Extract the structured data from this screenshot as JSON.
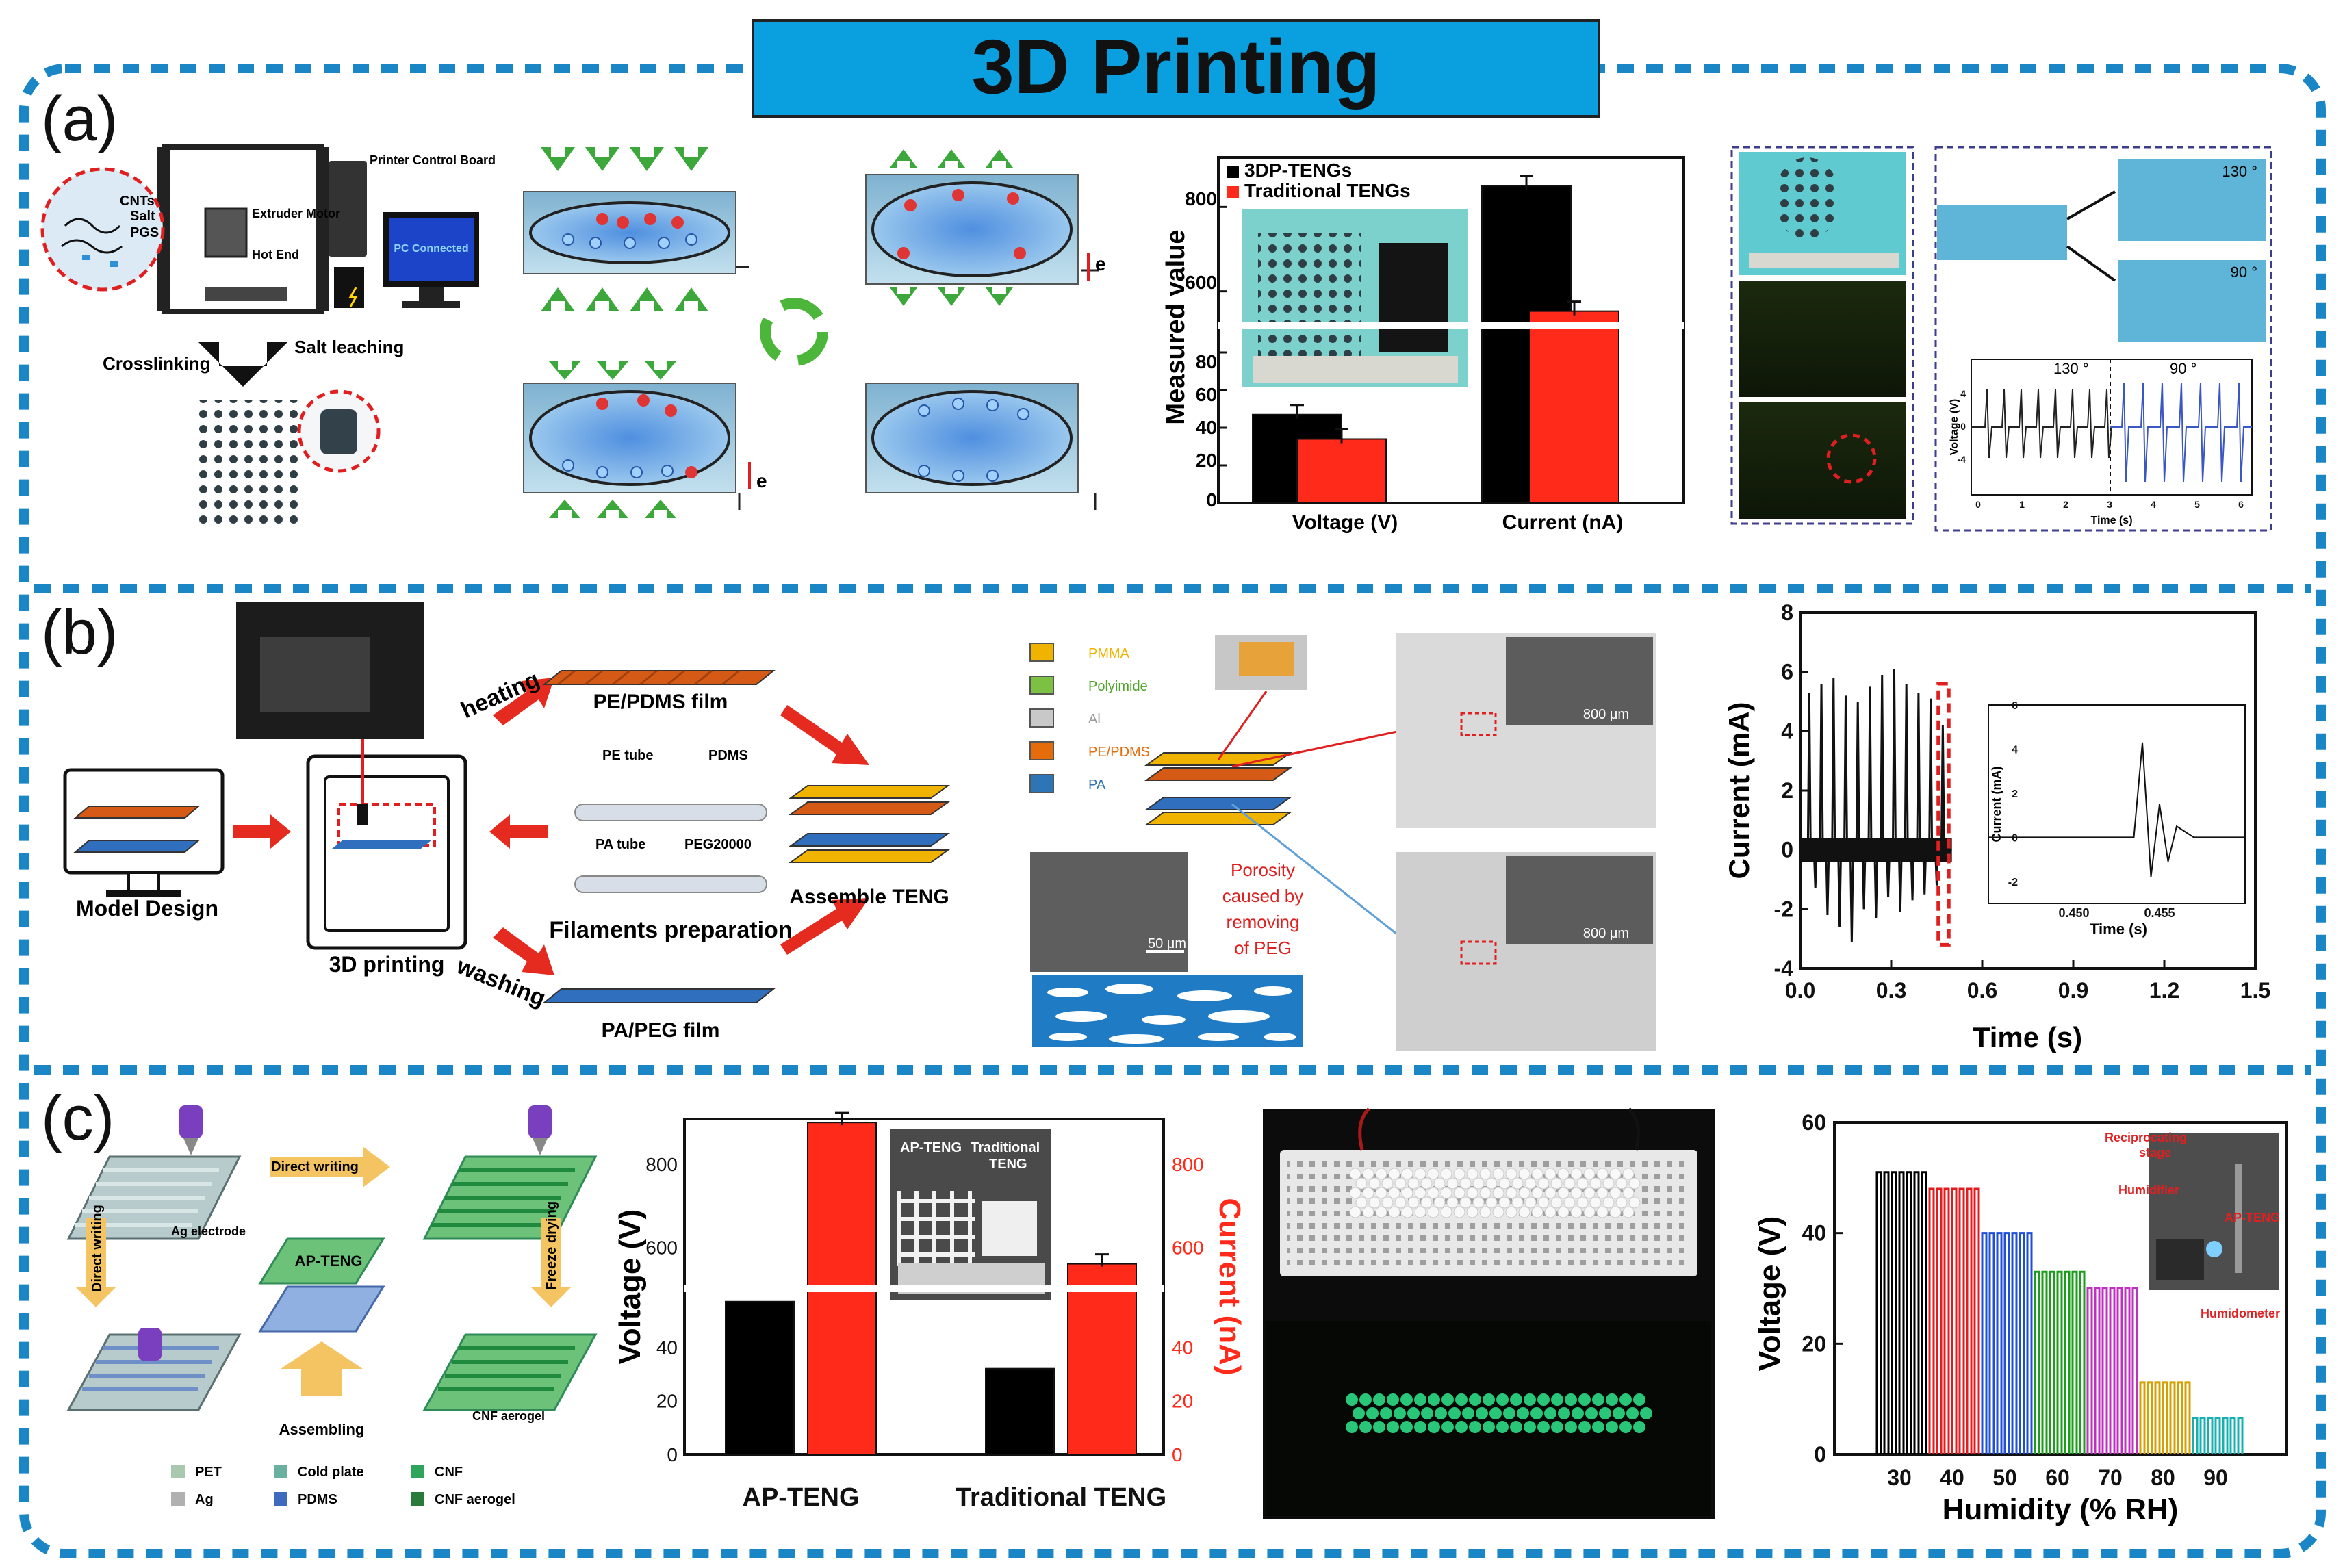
{
  "title": "3D Printing",
  "panels": {
    "a": {
      "label": "(a)",
      "schematic": {
        "legend": [
          "CNTs",
          "Salt",
          "PGS"
        ],
        "printer_labels": [
          "Printer Control Board",
          "Extruder Motor",
          "Hot End",
          "PC Connected"
        ],
        "process": [
          "Crosslinking",
          "Salt leaching"
        ]
      },
      "electron_label": "e",
      "photos": {
        "angles": [
          "130 °",
          "90 °"
        ]
      },
      "mini_chart": {
        "ylabel": "Voltage (V)",
        "xlabel": "Time (s)",
        "annotations": [
          "130 °",
          "90 °"
        ],
        "xticks": [
          "0",
          "1",
          "2",
          "3",
          "4",
          "5",
          "6"
        ],
        "yticks": [
          "4",
          "0",
          "-4"
        ]
      }
    },
    "b": {
      "label": "(b)",
      "labels": {
        "model_design": "Model Design",
        "printing": "3D printing",
        "heating": "heating",
        "washing": "washing",
        "pe_film": "PE/PDMS film",
        "pa_film": "PA/PEG film",
        "pe_tube": "PE tube",
        "pdms": "PDMS",
        "pa_tube": "PA tube",
        "peg": "PEG20000",
        "filaments": "Filaments preparation",
        "assemble": "Assemble TENG",
        "porosity": "Porosity caused by removing of PEG",
        "scale_800": "800 μm",
        "scale_50": "50 μm"
      },
      "materials": [
        {
          "name": "PMMA",
          "color": "#f0b400"
        },
        {
          "name": "Polyimide",
          "color": "#7cc142"
        },
        {
          "name": "Al",
          "color": "#b8b8b8"
        },
        {
          "name": "PE/PDMS",
          "color": "#e46c0a"
        },
        {
          "name": "PA",
          "color": "#2e75b6"
        }
      ],
      "inset": {
        "ylabel": "Current (mA)",
        "xlabel": "Time (s)",
        "xticks": [
          "0.450",
          "0.455"
        ],
        "yticks": [
          "6",
          "4",
          "2",
          "0",
          "-2"
        ]
      }
    },
    "c": {
      "label": "(c)",
      "steps": [
        "Direct writing",
        "Direct writing",
        "Freeze drying",
        "Assembling"
      ],
      "electrode": "Ag electrode",
      "device": "AP-TENG",
      "aerogel": "CNF aerogel",
      "legend": [
        "PET",
        "Cold plate",
        "CNF",
        "Ag",
        "PDMS",
        "CNF aerogel"
      ],
      "photo_labels": [
        "AP-TENG",
        "Traditional TENG"
      ],
      "humidity_inset": [
        "Reciprocating stage",
        "Humidifier",
        "AP-TENG",
        "Humidometer"
      ]
    }
  },
  "chart_data": [
    {
      "type": "bar",
      "title": "",
      "xlabel": "",
      "ylabel": "Measured value",
      "categories": [
        "Voltage (V)",
        "Current  (nA)"
      ],
      "series": [
        {
          "name": "3DP-TENGs",
          "values": [
            47,
            850
          ],
          "color": "#000000"
        },
        {
          "name": "Traditional TENGs",
          "values": [
            34,
            553
          ],
          "color": "#ff2a1a"
        }
      ],
      "axis_break": true,
      "yticks": [
        "0",
        "20",
        "40",
        "60",
        "80",
        "600",
        "800"
      ],
      "legend": "top-left"
    },
    {
      "type": "line",
      "title": "",
      "xlabel": "Time (s)",
      "ylabel": "Current (mA)",
      "xlim": [
        0,
        1.5
      ],
      "ylim": [
        -4,
        8
      ],
      "xticks": [
        "0.0",
        "0.3",
        "0.6",
        "0.9",
        "1.2",
        "1.5"
      ],
      "yticks": [
        "-4",
        "-2",
        "0",
        "2",
        "4",
        "6",
        "8"
      ],
      "peaks": [
        {
          "x": 0.03,
          "y": 5.3
        },
        {
          "x": 0.07,
          "y": 5.6
        },
        {
          "x": 0.11,
          "y": 5.8
        },
        {
          "x": 0.15,
          "y": 5.2
        },
        {
          "x": 0.19,
          "y": 5.0
        },
        {
          "x": 0.23,
          "y": 5.5
        },
        {
          "x": 0.27,
          "y": 5.9
        },
        {
          "x": 0.31,
          "y": 6.1
        },
        {
          "x": 0.35,
          "y": 5.6
        },
        {
          "x": 0.39,
          "y": 5.3
        },
        {
          "x": 0.43,
          "y": 5.1
        },
        {
          "x": 0.47,
          "y": 4.2
        }
      ],
      "valleys": [
        {
          "x": 0.05,
          "y": -1.3
        },
        {
          "x": 0.09,
          "y": -2.2
        },
        {
          "x": 0.13,
          "y": -2.6
        },
        {
          "x": 0.17,
          "y": -3.1
        },
        {
          "x": 0.21,
          "y": -2.0
        },
        {
          "x": 0.25,
          "y": -2.3
        },
        {
          "x": 0.29,
          "y": -1.6
        },
        {
          "x": 0.33,
          "y": -2.1
        },
        {
          "x": 0.37,
          "y": -1.7
        },
        {
          "x": 0.41,
          "y": -1.5
        },
        {
          "x": 0.45,
          "y": -1.2
        }
      ]
    },
    {
      "type": "bar",
      "title": "",
      "xlabel": "",
      "ylabel": "Voltage (V)",
      "y2label": "Current (nA)",
      "categories": [
        "AP-TENG",
        "Traditional TENG"
      ],
      "series": [
        {
          "name": "Voltage",
          "values": [
            57,
            32
          ],
          "color": "#000000"
        },
        {
          "name": "Current",
          "values": [
            900,
            560
          ],
          "color": "#ff2a1a"
        }
      ],
      "axis_break": true,
      "yticks": [
        "0",
        "20",
        "40",
        "600",
        "800"
      ]
    },
    {
      "type": "line",
      "title": "",
      "xlabel": "Humidity (% RH)",
      "ylabel": "Voltage (V)",
      "ylim": [
        0,
        60
      ],
      "xticks": [
        "30",
        "40",
        "50",
        "60",
        "70",
        "80",
        "90"
      ],
      "yticks": [
        "0",
        "20",
        "40",
        "60"
      ],
      "series": [
        {
          "name": "30",
          "values": [
            51
          ],
          "color": "#000000"
        },
        {
          "name": "40",
          "values": [
            48
          ],
          "color": "#e41a1c"
        },
        {
          "name": "50",
          "values": [
            40
          ],
          "color": "#1f4fd6"
        },
        {
          "name": "60",
          "values": [
            33
          ],
          "color": "#1a9e1a"
        },
        {
          "name": "70",
          "values": [
            30
          ],
          "color": "#c030c0"
        },
        {
          "name": "80",
          "values": [
            13
          ],
          "color": "#d4a000"
        },
        {
          "name": "90",
          "values": [
            6.5
          ],
          "color": "#17b0b0"
        }
      ]
    }
  ]
}
